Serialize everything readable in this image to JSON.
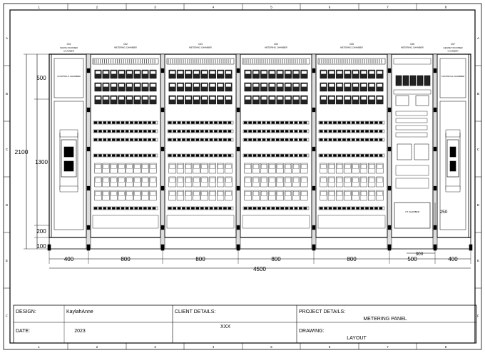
{
  "border": {
    "col_labels": [
      "1",
      "2",
      "3",
      "4",
      "5",
      "6",
      "7",
      "8"
    ],
    "row_labels": [
      "A",
      "B",
      "C",
      "D",
      "E",
      "F"
    ]
  },
  "sections": [
    {
      "code": "C01",
      "name": "MAINS INCOMER CHAMBER",
      "inner": "CONTROLS CHAMBER",
      "type": "incomer"
    },
    {
      "code": "C02",
      "name": "METERING CHAMBER",
      "type": "meter"
    },
    {
      "code": "C03",
      "name": "METERING CHAMBER",
      "type": "meter"
    },
    {
      "code": "C04",
      "name": "METERING CHAMBER",
      "type": "meter"
    },
    {
      "code": "C05",
      "name": "METERING CHAMBER",
      "type": "meter"
    },
    {
      "code": "C06",
      "name": "METERING CHAMBER",
      "inner": "CT CHAMBER",
      "type": "control"
    },
    {
      "code": "C07",
      "name": "GENSET INCOMER CHAMBER",
      "inner": "CONTROLS CHAMBER",
      "type": "incomer"
    }
  ],
  "dimensions": {
    "vertical": [
      "2100",
      "500",
      "1300",
      "200",
      "100"
    ],
    "bottom": [
      "400",
      "800",
      "800",
      "800",
      "800",
      "500",
      "400"
    ],
    "total": "4500",
    "ct_offset": "300",
    "ct_height": "250"
  },
  "title_block": {
    "design_label": "DESIGN:",
    "design_value": "KaylahAnne",
    "date_label": "DATE:",
    "date_value": "2023",
    "client_label": "CLIENT DETAILS:",
    "client_value": "XXX",
    "project_label": "PROJECT DETAILS:",
    "project_value": "METERING PANEL",
    "drawing_label": "DRAWING:",
    "drawing_value": "LAYOUT"
  },
  "colors": {
    "line": "#000000",
    "frame": "#333333",
    "paper": "#ffffff",
    "module": "#222222"
  }
}
